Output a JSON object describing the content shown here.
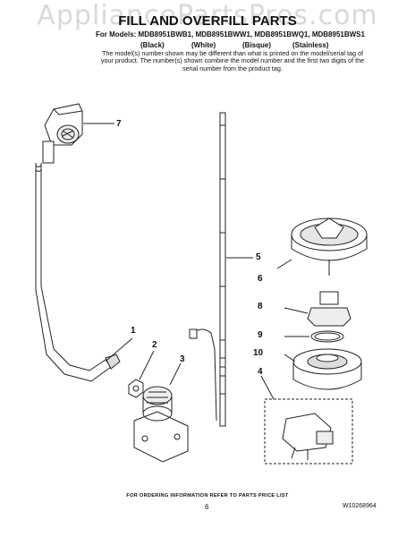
{
  "watermark": "AppliancePartsPros.com",
  "title": "FILL AND OVERFILL PARTS",
  "models_line": "For Models: MDB8951BWB1, MDB8951BWW1, MDB8951BWQ1, MDB8951BWS1",
  "colors": [
    "(Black)",
    "(White)",
    "(Bisque)",
    "(Stainless)"
  ],
  "note": "The model(s) number shown may be different than what is printed on the model/serial tag of your product. The number(s) shown combine the model number and the first two digits of the serial number from the product tag.",
  "callouts": [
    "7",
    "5",
    "6",
    "8",
    "9",
    "10",
    "1",
    "2",
    "3",
    "4"
  ],
  "footer": "FOR ORDERING INFORMATION REFER TO PARTS PRICE LIST",
  "page_number": "6",
  "doc_number": "W10268964"
}
